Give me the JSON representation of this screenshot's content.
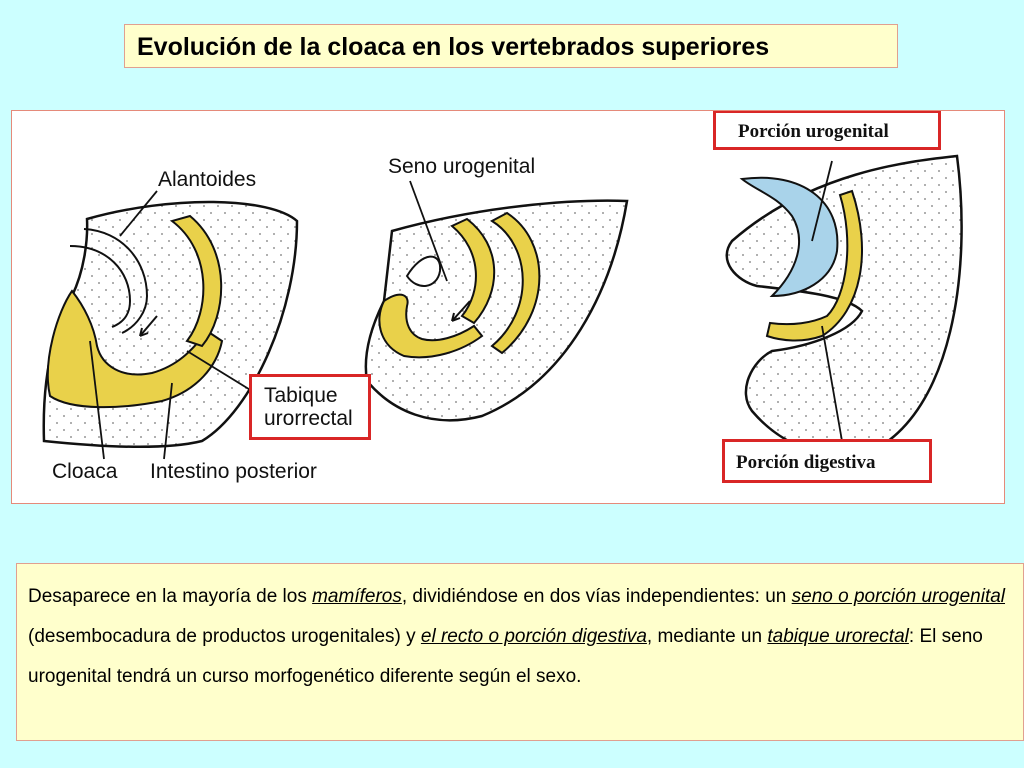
{
  "title": "Evolución de la cloaca en los vertebrados superiores",
  "figure": {
    "labels": {
      "alantoides": "Alantoides",
      "cloaca": "Cloaca",
      "intestino": "Intestino posterior",
      "tabique_line1": "Tabique",
      "tabique_line2": "urorrectal",
      "seno": "Seno urogenital",
      "porcion_urogenital": "Porción urogenital",
      "porcion_digestiva": "Porción digestiva"
    },
    "colors": {
      "yellow": "#e9d14a",
      "blue": "#a9d3ea",
      "callout_border": "#d92626"
    }
  },
  "text": {
    "p1": "Desaparece en la mayoría de los ",
    "u1": "mamíferos",
    "p2": ", dividiéndose en dos vías independientes: un ",
    "u2": "seno o porción urogenital",
    "p3": " (desembocadura de productos urogenitales) y ",
    "u3": "el recto o porción digestiva",
    "p4": ", mediante un ",
    "u4": "tabique urorectal",
    "p5": ": El seno urogenital tendrá un curso morfogenético diferente según el sexo."
  }
}
